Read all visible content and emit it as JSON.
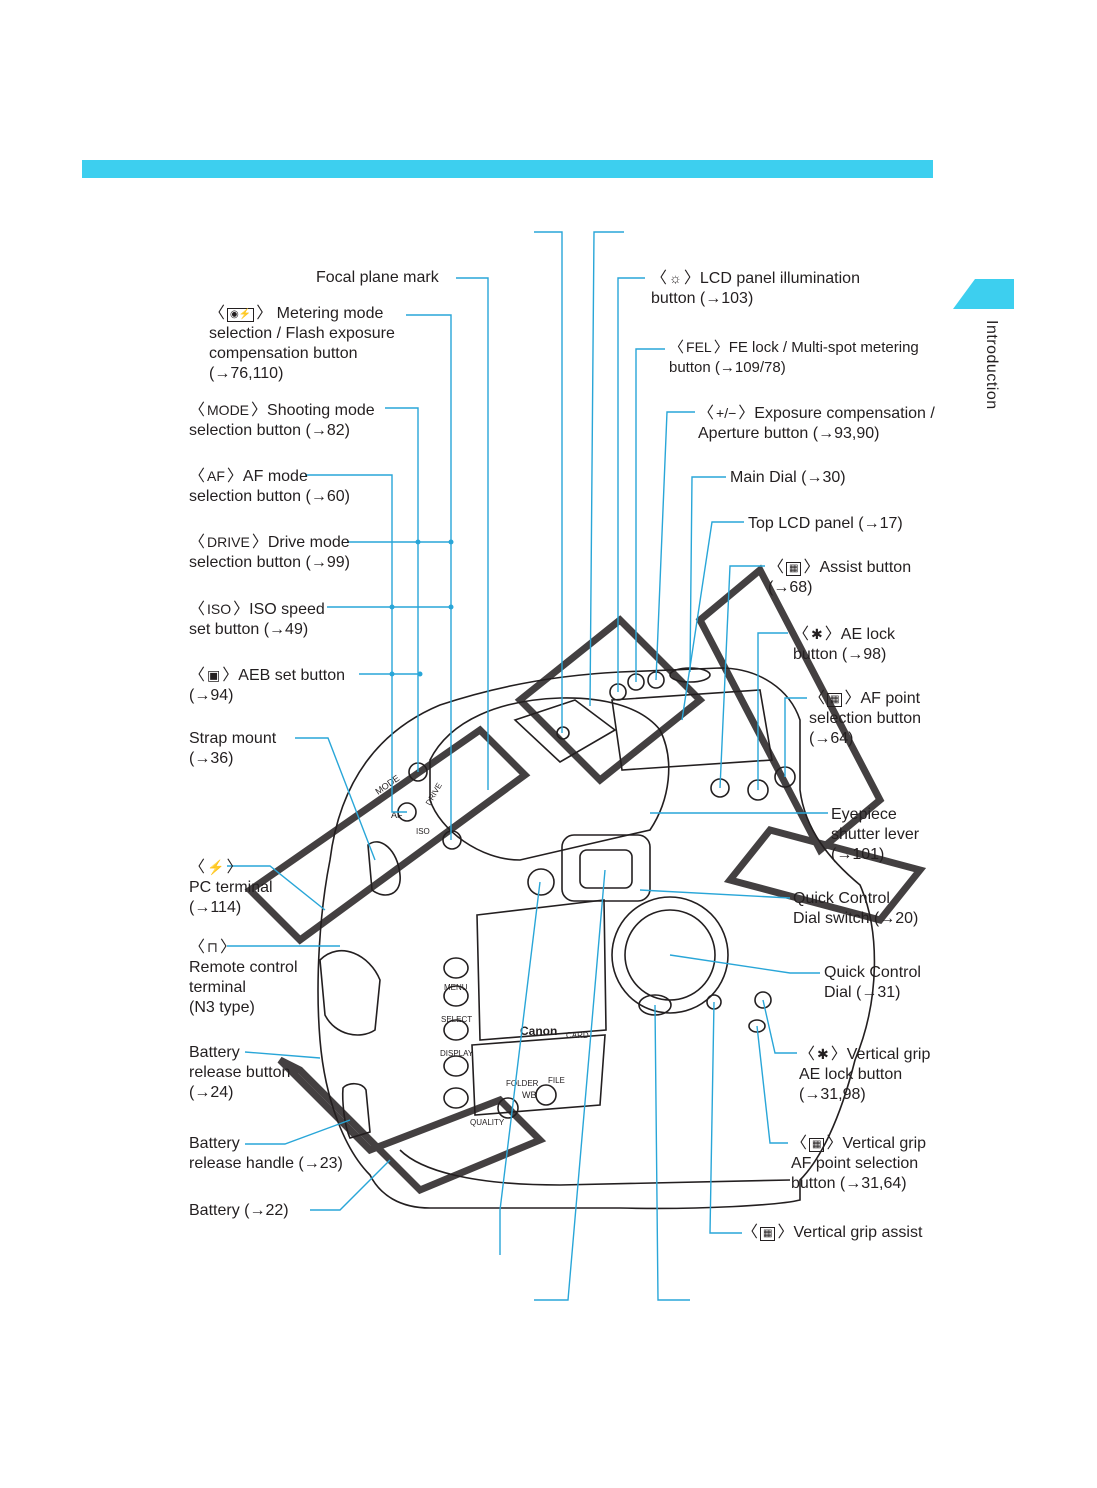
{
  "section": {
    "side_tab": "Introduction"
  },
  "labels": {
    "focal_plane": "Focal plane mark",
    "metering_icon": "◉⚡",
    "metering_l1": "Metering mode",
    "metering_l2": "selection / Flash exposure",
    "metering_l3": "compensation button",
    "metering_l4": "(→76,110)",
    "mode_icon": "MODE",
    "mode_l1": "Shooting mode",
    "mode_l2": "selection button  (→82)",
    "af_icon": "AF",
    "af_l1": "AF mode",
    "af_l2": "selection button  (→60)",
    "drive_icon": "DRIVE",
    "drive_l1": "Drive mode",
    "drive_l2": "selection button  (→99)",
    "iso_icon": "ISO",
    "iso_l1": "ISO speed",
    "iso_l2": "set button  (→49)",
    "aeb_icon": "▣",
    "aeb_l1": "AEB set button",
    "aeb_l2": "(→94)",
    "strap_l1": "Strap mount",
    "strap_l2": "(→36)",
    "pc_icon": "⚡",
    "pc_l1": "PC terminal",
    "pc_l2": "(→114)",
    "remote_icon": "⊓",
    "remote_l1": "Remote control",
    "remote_l2": "terminal",
    "remote_l3": "(N3 type)",
    "batt_rel_l1": "Battery",
    "batt_rel_l2": "release button",
    "batt_rel_l3": "(→24)",
    "batt_handle_l1": "Battery",
    "batt_handle_l2": "release handle  (→23)",
    "battery": "Battery  (→22)",
    "lcd_illum_icon": "☼",
    "lcd_illum_l1": "LCD panel illumination",
    "lcd_illum_l2": "button  (→103)",
    "fel_icon": "FEL",
    "fel_l1": "FE lock / Multi-spot metering",
    "fel_l2": "button  (→109/78)",
    "exp_icon": "+/−",
    "exp_l1": "Exposure compensation /",
    "exp_l2": "Aperture button  (→93,90)",
    "main_dial": "Main Dial  (→30)",
    "top_lcd": "Top LCD panel  (→17)",
    "assist_icon": "▦",
    "assist_l1": "Assist button",
    "assist_l2": "(→68)",
    "ae_lock_icon": "✱",
    "ae_lock_l1": "AE lock",
    "ae_lock_l2": "button  (→98)",
    "af_point_icon": "▦",
    "af_point_l1": "AF point",
    "af_point_l2": "selection button",
    "af_point_l3": "(→64)",
    "eyepiece_l1": "Eyepiece",
    "eyepiece_l2": "shutter lever",
    "eyepiece_l3": "(→101)",
    "qcd_switch_l1": "Quick Control",
    "qcd_switch_l2": "Dial switch  (→20)",
    "qcd_l1": "Quick Control",
    "qcd_l2": "Dial  (→31)",
    "vg_ae_icon": "✱",
    "vg_ae_l1": "Vertical grip",
    "vg_ae_l2": "AE lock button",
    "vg_ae_l3": "(→31,98)",
    "vg_af_icon": "▦",
    "vg_af_l1": "Vertical grip",
    "vg_af_l2": "AF point selection",
    "vg_af_l3": "button  (→31,64)",
    "vg_assist_icon": "▦",
    "vg_assist_l1": "Vertical grip assist"
  },
  "camera_text": {
    "brand": "Canon",
    "menu": "MENU",
    "select": "SELECT",
    "display": "DISPLAY",
    "quality": "QUALITY",
    "wb": "WB",
    "folder": "FOLDER",
    "file": "FILE",
    "card": "CARD",
    "mode": "MODE",
    "drive": "DRIVE",
    "iso": "ISO",
    "af": "AF"
  },
  "colors": {
    "accent": "#3dcfef",
    "leader": "#29a6d8",
    "ink": "#231f20"
  }
}
